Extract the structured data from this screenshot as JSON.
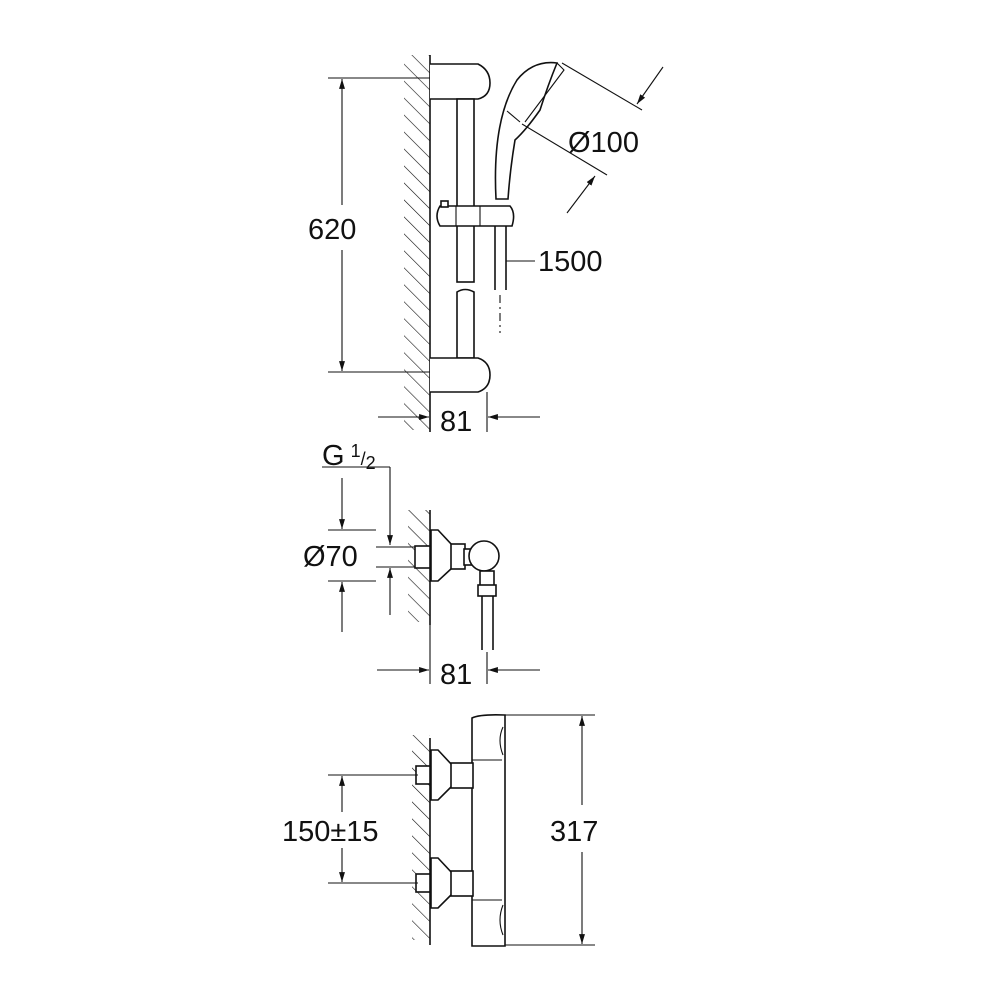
{
  "title": "Shower system dimension drawing",
  "rail_set": {
    "rail_length": "620",
    "head_diameter": "Ø100",
    "hose_length": "1500",
    "wall_projection": "81"
  },
  "connection": {
    "thread": "G",
    "thread_num": "1",
    "thread_den": "2",
    "rosette_diameter": "Ø70",
    "wall_projection": "81"
  },
  "thermostat": {
    "inlet_spacing": "150±15",
    "body_height": "317"
  }
}
